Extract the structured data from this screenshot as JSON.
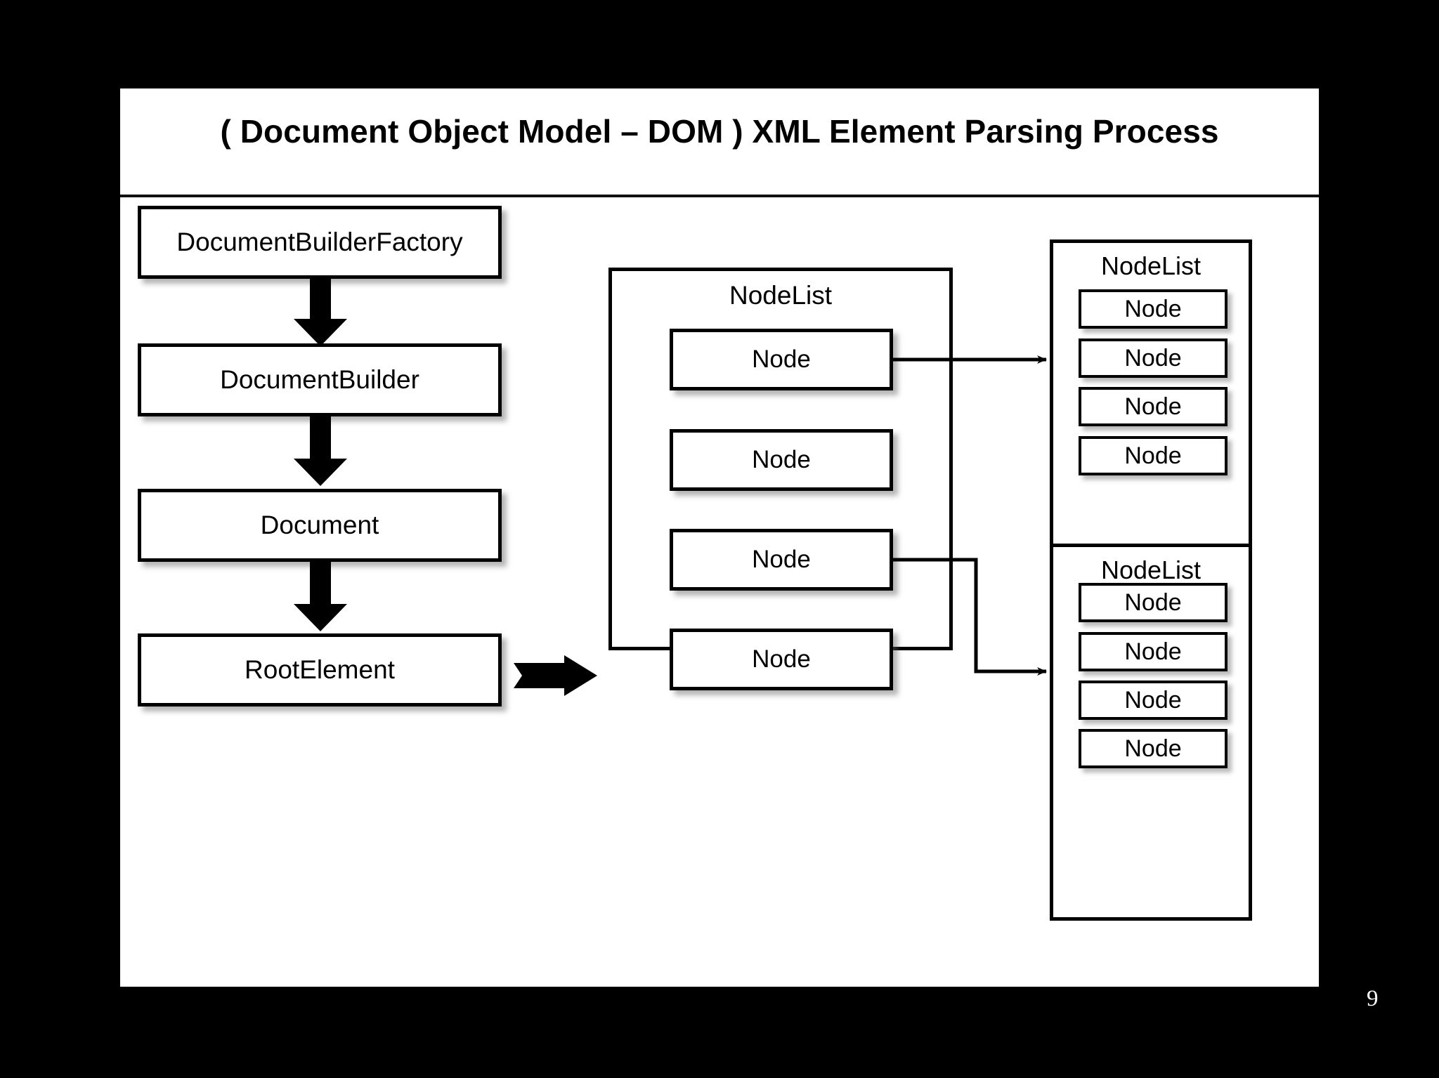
{
  "slide": {
    "title": "( Document Object Model – DOM ) XML Element Parsing Process",
    "page_number": "9",
    "background_color": "#000000",
    "panel_color": "#ffffff",
    "ink_color": "#000000"
  },
  "process_flow": {
    "steps": [
      {
        "label": "DocumentBuilderFactory"
      },
      {
        "label": "DocumentBuilder"
      },
      {
        "label": "Document"
      },
      {
        "label": "RootElement"
      }
    ],
    "arrows": [
      {
        "name": "factory-to-builder",
        "direction": "down"
      },
      {
        "name": "builder-to-document",
        "direction": "down"
      },
      {
        "name": "document-to-rootelement",
        "direction": "down"
      },
      {
        "name": "rootelement-to-nodelist",
        "direction": "right"
      }
    ]
  },
  "center_nodelist": {
    "label": "NodeList",
    "nodes": [
      {
        "label": "Node"
      },
      {
        "label": "Node"
      },
      {
        "label": "Node"
      },
      {
        "label": "Node"
      }
    ]
  },
  "right_nodelists": [
    {
      "label": "NodeList",
      "nodes": [
        {
          "label": "Node"
        },
        {
          "label": "Node"
        },
        {
          "label": "Node"
        },
        {
          "label": "Node"
        }
      ]
    },
    {
      "label": "NodeList",
      "nodes": [
        {
          "label": "Node"
        },
        {
          "label": "Node"
        },
        {
          "label": "Node"
        },
        {
          "label": "Node"
        }
      ]
    }
  ],
  "connectors": [
    {
      "name": "center-node-1-to-top-nodelist",
      "from": "center Node 1",
      "to": "top NodeList",
      "style": "straight-arrow"
    },
    {
      "name": "center-node-3-to-bottom-nodelist",
      "from": "center Node 3",
      "to": "bottom NodeList",
      "style": "elbow-arrow"
    }
  ]
}
